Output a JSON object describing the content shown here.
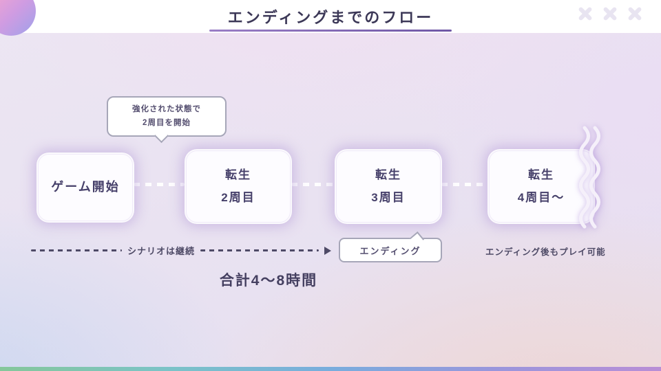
{
  "header": {
    "title": "エンディングまでのフロー"
  },
  "flow": {
    "nodes": [
      {
        "line1": "ゲーム開始"
      },
      {
        "line1": "転生",
        "line2": "2周目"
      },
      {
        "line1": "転生",
        "line2": "3周目"
      },
      {
        "line1": "転生",
        "line2": "4周目〜"
      }
    ],
    "callout_top": {
      "line1": "強化された状態で",
      "line2": "2周目を開始"
    },
    "callout_ending": "エンディング",
    "scenario_continues": "シナリオは継続",
    "post_ending_note": "エンディング後もプレイ可能",
    "total_time": "合計4〜8時間"
  },
  "colors": {
    "title_underline": "#7b61ad",
    "box_glow": "#a88cd2",
    "footer_gradient": [
      "#85c79a",
      "#79addd",
      "#b98ed6"
    ]
  }
}
